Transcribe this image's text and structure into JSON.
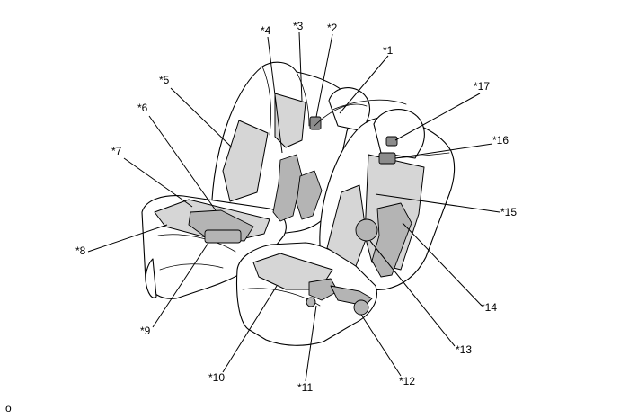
{
  "figure_code": "o",
  "callouts": [
    {
      "id": "c1",
      "label": "*1"
    },
    {
      "id": "c2",
      "label": "*2"
    },
    {
      "id": "c3",
      "label": "*3"
    },
    {
      "id": "c4",
      "label": "*4"
    },
    {
      "id": "c5",
      "label": "*5"
    },
    {
      "id": "c6",
      "label": "*6"
    },
    {
      "id": "c7",
      "label": "*7"
    },
    {
      "id": "c8",
      "label": "*8"
    },
    {
      "id": "c9",
      "label": "*9"
    },
    {
      "id": "c10",
      "label": "*10"
    },
    {
      "id": "c11",
      "label": "*11"
    },
    {
      "id": "c12",
      "label": "*12"
    },
    {
      "id": "c13",
      "label": "*13"
    },
    {
      "id": "c14",
      "label": "*14"
    },
    {
      "id": "c15",
      "label": "*15"
    },
    {
      "id": "c16",
      "label": "*16"
    },
    {
      "id": "c17",
      "label": "*17"
    }
  ]
}
